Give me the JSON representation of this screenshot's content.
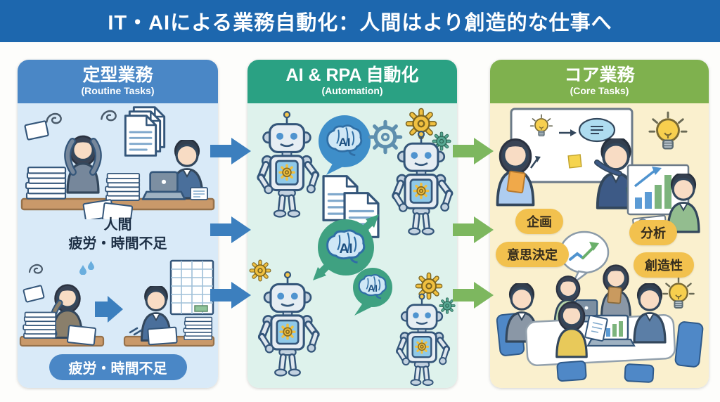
{
  "title": "IT・AIによる業務自動化：人間はより創造的な仕事へ",
  "columns": {
    "routine": {
      "title": "定型業務",
      "subtitle": "(Routine Tasks)",
      "caption_line1": "人間",
      "caption_line2": "疲労・時間不足",
      "badge": "疲労・時間不足"
    },
    "automation": {
      "title": "AI & RPA 自動化",
      "subtitle": "(Automation)",
      "ai_label": "AI"
    },
    "core": {
      "title": "コア業務",
      "subtitle": "(Core Tasks)",
      "badges": [
        {
          "label": "企画"
        },
        {
          "label": "分析"
        },
        {
          "label": "意思決定"
        },
        {
          "label": "創造性"
        }
      ]
    }
  },
  "colors": {
    "title_bar": "#1d67ae",
    "routine_header": "#4a87c6",
    "routine_body": "#d9eaf8",
    "automation_header": "#2aa183",
    "automation_body": "#def2ec",
    "core_header": "#7fb14e",
    "core_body": "#faf0ce",
    "flow_arrow_blue": "#3c7fbe",
    "flow_arrow_green": "#7db75f",
    "badge_blue": "#4a87c6",
    "badge_yellow": "#f2c14e",
    "ai_bubble_blue": "#3e8ec9",
    "ai_circle_green": "#3fa181"
  }
}
